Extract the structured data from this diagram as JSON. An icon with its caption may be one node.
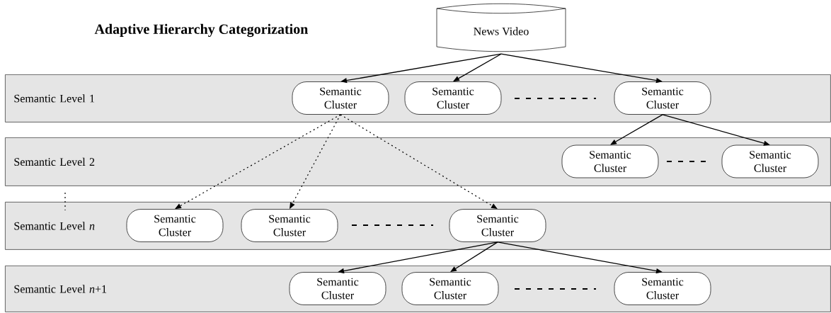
{
  "diagram": {
    "title": "Adaptive Hierarchy Categorization",
    "nodes": [
      {
        "text": [
          "News Video"
        ]
      },
      {
        "text": [
          "Semantic Level 1"
        ]
      },
      {
        "text": [
          "Semantic Cluster"
        ],
        "in": 1
      },
      {
        "text": [
          "Semantic Cluster"
        ],
        "in": 1
      },
      {
        "text": [
          "Semantic Cluster"
        ],
        "in": 1
      },
      {
        "text": [
          "Semantic Level 2"
        ]
      },
      {
        "text": [
          "Semantic Cluster"
        ],
        "in": 5
      },
      {
        "text": [
          "Semantic Cluster"
        ],
        "in": 5
      },
      {
        "text": [
          "Semantic Level *n*"
        ]
      },
      {
        "text": [
          "Semantic Cluster"
        ],
        "in": 8
      },
      {
        "text": [
          "Semantic Cluster"
        ],
        "in": 8
      },
      {
        "text": [
          "Semantic Cluster"
        ],
        "in": 8
      },
      {
        "text": [
          "Semantic Level *n*+1"
        ]
      },
      {
        "text": [
          "Semantic Cluster"
        ],
        "in": 12
      },
      {
        "text": [
          "Semantic Cluster"
        ],
        "in": 12
      },
      {
        "text": [
          "Semantic Cluster"
        ],
        "in": 12
      }
    ],
    "edges": [
      {
        "from": 0,
        "to": 2,
        "arrow": "to"
      },
      {
        "from": 0,
        "to": 3,
        "arrow": "to"
      },
      {
        "from": 0,
        "to": 4,
        "arrow": "to"
      },
      {
        "from": 4,
        "to": 6,
        "arrow": "to"
      },
      {
        "from": 4,
        "to": 7,
        "arrow": "to"
      },
      {
        "from": 2,
        "to": 9,
        "arrow": "to",
        "style": "dashed"
      },
      {
        "from": 2,
        "to": 10,
        "arrow": "to",
        "style": "dashed"
      },
      {
        "from": 2,
        "to": 11,
        "arrow": "to",
        "style": "dashed"
      },
      {
        "from": 11,
        "to": 13,
        "arrow": "to"
      },
      {
        "from": 11,
        "to": 14,
        "arrow": "to"
      },
      {
        "from": 11,
        "to": 15,
        "arrow": "to"
      }
    ]
  }
}
